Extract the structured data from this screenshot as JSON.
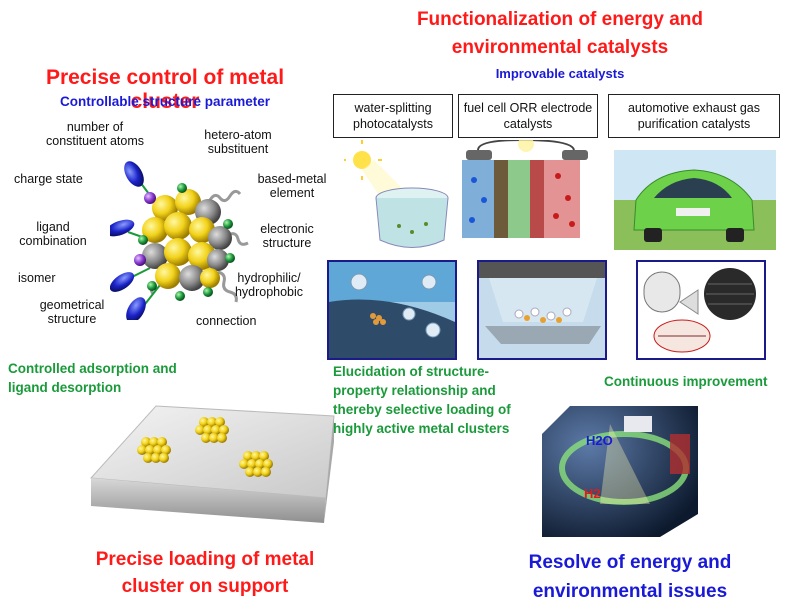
{
  "left": {
    "title": "Precise control of metal cluster",
    "subtitle": "Controllable structure parameter",
    "parameters": {
      "p1": "number of constituent atoms",
      "p2": "hetero-atom substituent",
      "p3": "charge state",
      "p4": "based-metal element",
      "p5": "ligand combination",
      "p6": "electronic structure",
      "p7": "isomer",
      "p8": "hydrophilic/ hydrophobic",
      "p9": "geometrical structure",
      "p10": "connection"
    },
    "adsorption": "Controlled adsorption and ligand desorption",
    "loading_title": "Precise loading of metal cluster on support"
  },
  "right": {
    "title": "Functionalization of energy and environmental catalysts",
    "subtitle": "Improvable catalysts",
    "catalysts": [
      {
        "label": "water-splitting photocatalysts"
      },
      {
        "label": "fuel cell ORR electrode catalysts"
      },
      {
        "label": "automotive exhaust gas purification catalysts"
      }
    ],
    "elucidation": "Elucidation of structure-property relationship and thereby selective loading of highly active metal clusters",
    "improvement": "Continuous improvement",
    "resolve_title": "Resolve of energy and environmental issues",
    "cycle_h2o": "H2O",
    "cycle_h2": "H2"
  },
  "colors": {
    "title_red": "#ff1a1a",
    "subtitle_blue": "#1a1ad6",
    "text_green": "#1a9a3a",
    "panel_border": "#1a1a8a"
  }
}
